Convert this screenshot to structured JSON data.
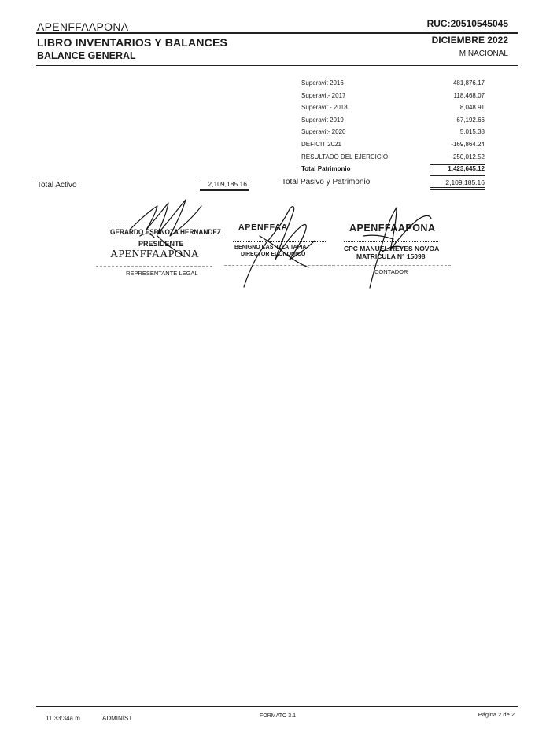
{
  "header": {
    "company": "APENFFAAPONA",
    "ruc": "RUC:20510545045",
    "book_title": "LIBRO INVENTARIOS Y BALANCES",
    "period": "DICIEMBRE 2022",
    "report_title": "BALANCE GENERAL",
    "currency": "M.NACIONAL"
  },
  "equity": {
    "rows": [
      {
        "label": "Superavit 2016",
        "value": "481,876.17"
      },
      {
        "label": "Superavit- 2017",
        "value": "118,468.07"
      },
      {
        "label": "Superavit - 2018",
        "value": "8,048.91"
      },
      {
        "label": "Superavit 2019",
        "value": "67,192.66"
      },
      {
        "label": "Superavit- 2020",
        "value": "5,015.38"
      },
      {
        "label": "DEFICIT 2021",
        "value": "-169,864.24"
      },
      {
        "label": "RESULTADO DEL EJERCICIO",
        "value": "-250,012.52"
      }
    ],
    "total_label": "Total Patrimonio",
    "total_value": "1,423,645.12"
  },
  "totals": {
    "activo_label": "Total Activo",
    "activo_value": "2,109,185.16",
    "pasivo_patrimonio_label": "Total Pasivo y Patrimonio",
    "pasivo_patrimonio_value": "2,109,185.16"
  },
  "signatures": {
    "president": {
      "name": "GERARDO ESPINOZA HERNANDEZ",
      "role": "PRESIDENTE",
      "stamp": "APENFFAAPONA",
      "caption": "REPRESENTANTE LEGAL"
    },
    "economic": {
      "stamp": "APENFFAA",
      "name": "BENIGNO CASTILLA TAPIA",
      "role": "DIRECTOR ECONOMICO"
    },
    "accountant": {
      "stamp": "APENFFAAPONA",
      "name": "CPC MANUEL REYES NOVOA",
      "registration": "MATRICULA N° 15098",
      "caption": "CONTADOR"
    }
  },
  "footer": {
    "time": "11:33:34a.m.",
    "user": "ADMINIST",
    "format": "FORMATO 3.1",
    "page": "Página 2 de 2"
  }
}
